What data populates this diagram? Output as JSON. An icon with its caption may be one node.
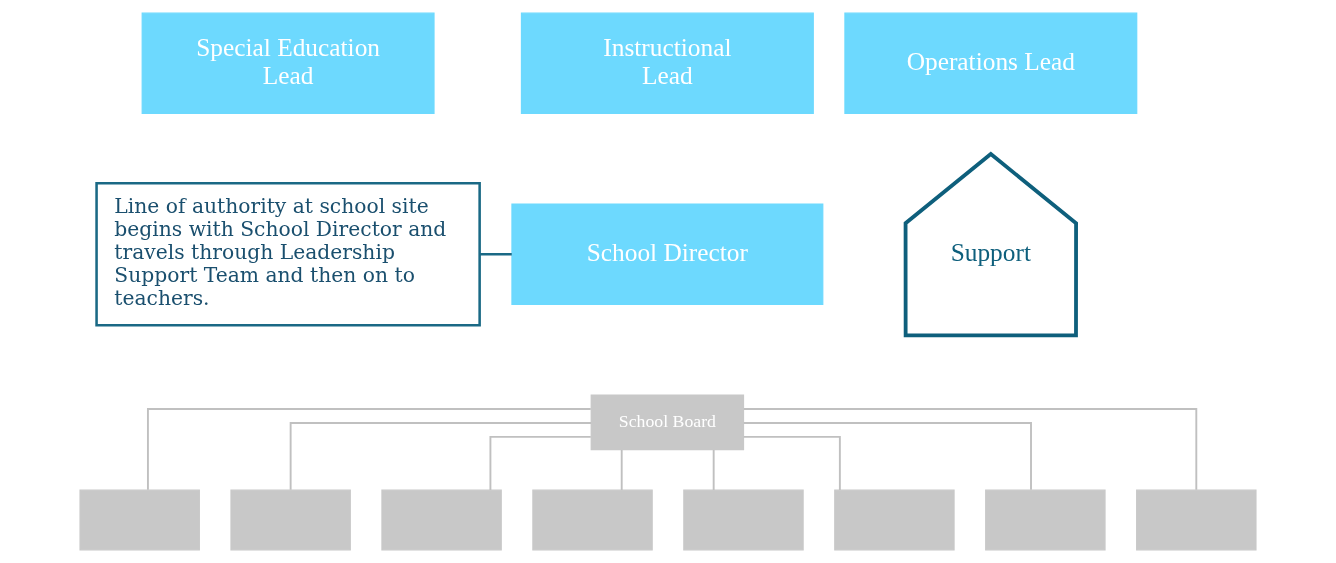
{
  "diagram": {
    "nodes": [
      {
        "text": [
          "Special Education Lead"
        ]
      },
      {
        "text": [
          "Instructional Lead"
        ]
      },
      {
        "text": [
          "Operations Lead"
        ]
      },
      {
        "text": [
          "School Director"
        ]
      },
      {
        "text": [
          "Line of authority at school site begins with School Director and travels through Leadership Support Team and then on to teachers."
        ]
      },
      {
        "text": [
          "Support"
        ]
      },
      {
        "text": [
          "School Board"
        ]
      },
      {
        "text": [],
        "shape": "box"
      },
      {
        "text": [],
        "shape": "box"
      },
      {
        "text": [],
        "shape": "box"
      },
      {
        "text": [],
        "shape": "box"
      },
      {
        "text": [],
        "shape": "box"
      },
      {
        "text": [],
        "shape": "box"
      },
      {
        "text": [],
        "shape": "box"
      },
      {
        "text": [],
        "shape": "box"
      }
    ],
    "edges": [
      {
        "from": 4,
        "to": 3,
        "arrow": "none",
        "color": "#1a6985"
      },
      {
        "from": 6,
        "to": 7,
        "arrow": "none"
      },
      {
        "from": 6,
        "to": 8,
        "arrow": "none"
      },
      {
        "from": 6,
        "to": 9,
        "arrow": "none"
      },
      {
        "from": 6,
        "to": 10,
        "arrow": "none"
      },
      {
        "from": 6,
        "to": 11,
        "arrow": "none"
      },
      {
        "from": 6,
        "to": 12,
        "arrow": "none"
      },
      {
        "from": 6,
        "to": 13,
        "arrow": "none"
      },
      {
        "from": 6,
        "to": 14,
        "arrow": "none"
      }
    ]
  }
}
